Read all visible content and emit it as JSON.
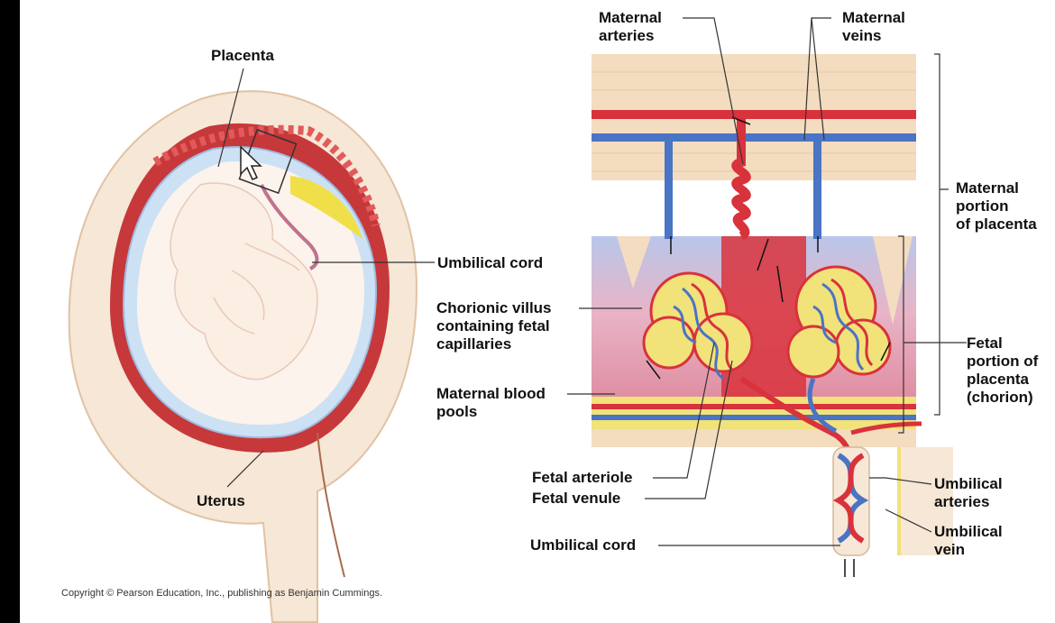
{
  "labels": {
    "placenta": "Placenta",
    "uterus": "Uterus",
    "umbilical_cord_left": "Umbilical cord",
    "maternal_arteries": "Maternal\narteries",
    "maternal_veins": "Maternal\nveins",
    "maternal_portion": "Maternal\nportion\nof placenta",
    "chorionic_villus": "Chorionic villus\ncontaining fetal\ncapillaries",
    "maternal_blood_pools": "Maternal blood\npools",
    "fetal_portion": "Fetal\nportion of\nplacenta\n(chorion)",
    "fetal_arteriole": "Fetal arteriole",
    "fetal_venule": "Fetal venule",
    "umbilical_arteries": "Umbilical\narteries",
    "umbilical_vein": "Umbilical\nvein",
    "umbilical_cord_right": "Umbilical cord"
  },
  "copyright": "Copyright © Pearson Education, Inc., publishing as Benjamin Cummings.",
  "colors": {
    "artery_red": "#d8323c",
    "vein_blue": "#4a74c4",
    "tissue_beige": "#f3dcc0",
    "blood_pool_pink": "#e9a5b5",
    "placenta_dark_red": "#b82a2a",
    "amnion_blue": "#c9def2",
    "yolk_yellow": "#f1df4a",
    "background": "#ffffff"
  }
}
